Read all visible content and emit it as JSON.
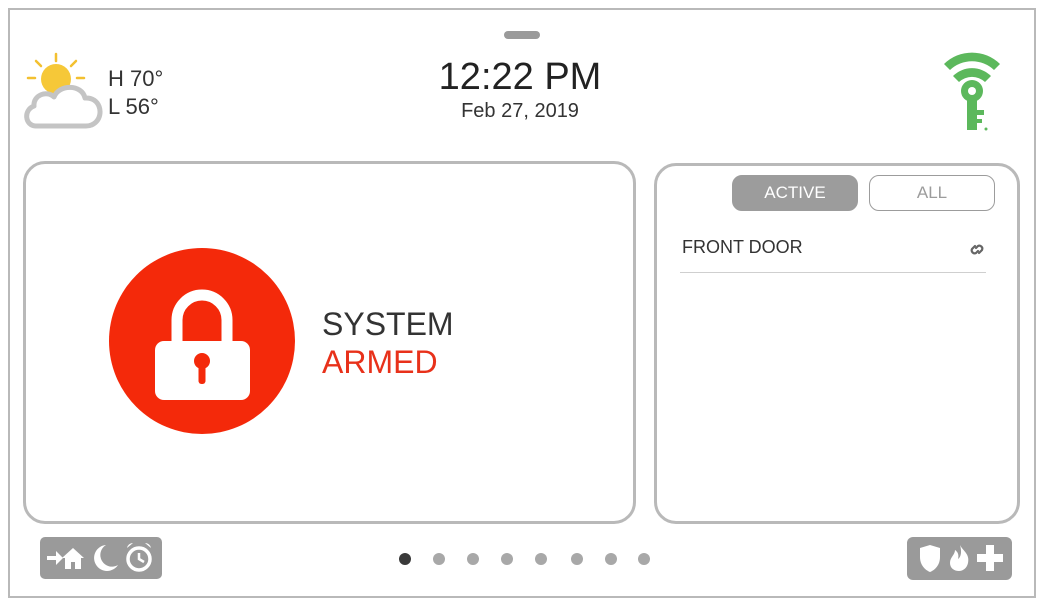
{
  "weather": {
    "high": "H 70°",
    "low": "L 56°",
    "icon": "partly-cloudy-icon"
  },
  "clock": {
    "time": "12:22 PM",
    "date": "Feb 27, 2019"
  },
  "logo": {
    "icon": "wifi-key-logo-icon",
    "color": "#5cb85c"
  },
  "status": {
    "line1": "SYSTEM",
    "line2": "ARMED",
    "icon": "lock-icon",
    "accent_color": "#f4290a"
  },
  "sensors": {
    "tabs": [
      {
        "label": "ACTIVE",
        "selected": true
      },
      {
        "label": "ALL",
        "selected": false
      }
    ],
    "items": [
      {
        "name": "FRONT DOOR",
        "icon": "broken-link-icon"
      }
    ]
  },
  "bottom": {
    "arm_mode_icons": [
      "arm-away-icon",
      "arm-night-icon",
      "arm-alarm-clock-icon"
    ],
    "emergency_icons": [
      "police-shield-icon",
      "fire-icon",
      "medical-cross-icon"
    ],
    "pages": {
      "count": 8,
      "current": 1
    }
  }
}
